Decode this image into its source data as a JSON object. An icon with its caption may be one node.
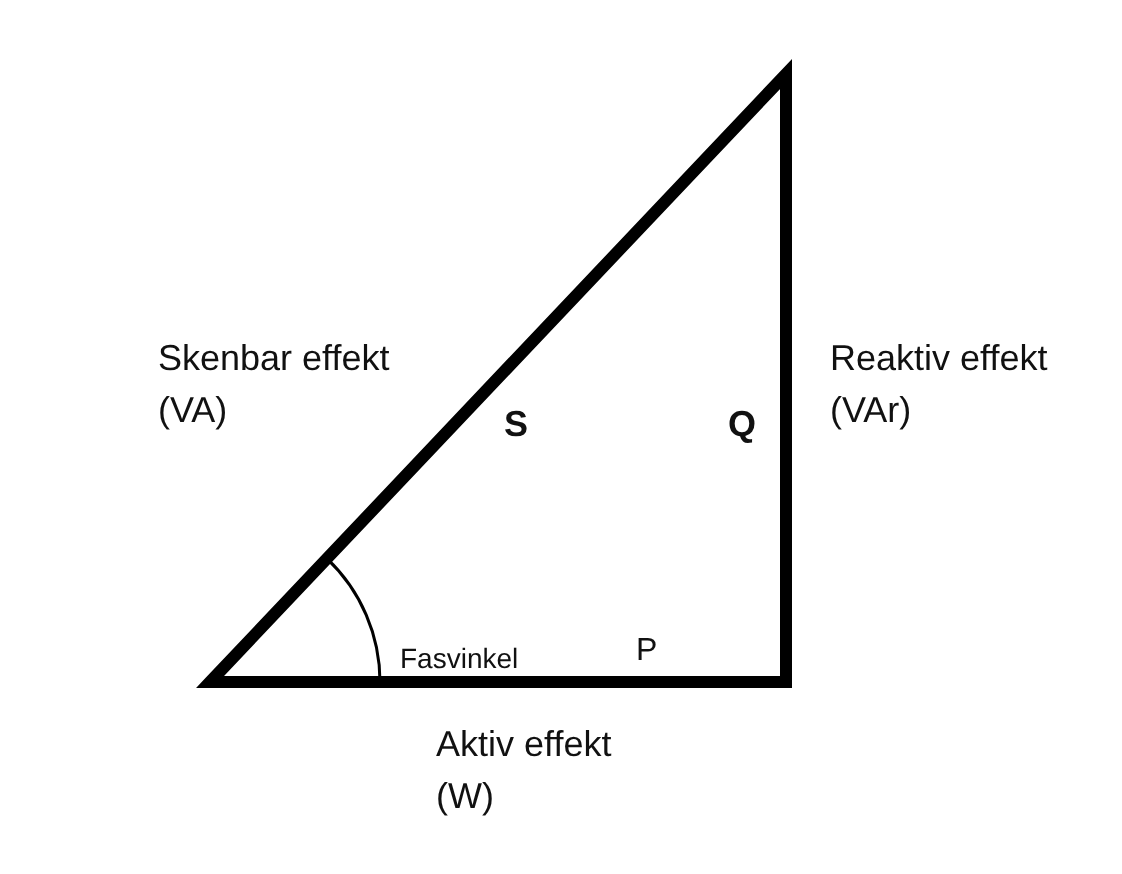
{
  "diagram": {
    "labels": [
      "Skenbar effekt (VA)",
      "S",
      "Q",
      "Reaktiv effekt (VAr)",
      "Fasvinkel",
      "P",
      "Aktiv effekt (W)"
    ]
  }
}
